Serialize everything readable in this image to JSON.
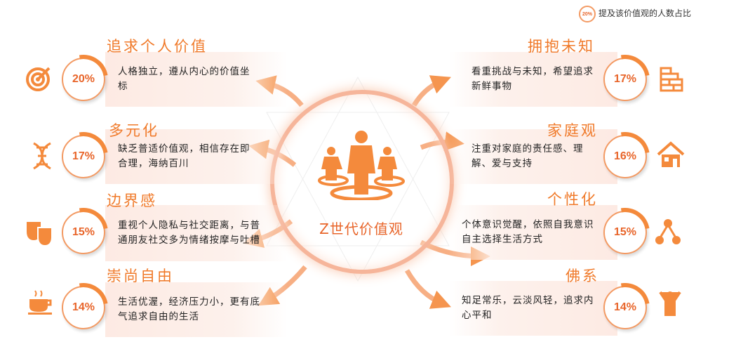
{
  "legend": {
    "sample_pct": "20%",
    "label": "提及该价值观的人数占比"
  },
  "center": {
    "title": "Z世代价值观"
  },
  "left": [
    {
      "title": "追求个人价值",
      "pct": "20%",
      "desc": "人格独立，遵从内心的价值坐标",
      "icon": "target-icon"
    },
    {
      "title": "多元化",
      "pct": "17%",
      "desc": "缺乏普适价值观，相信存在即合理，海纳百川",
      "icon": "dna-icon"
    },
    {
      "title": "边界感",
      "pct": "15%",
      "desc": "重视个人隐私与社交距离，与普通朋友社交多为情绪按摩与吐槽",
      "icon": "masks-icon"
    },
    {
      "title": "崇尚自由",
      "pct": "14%",
      "desc": "生活优渥，经济压力小，更有底气追求自由的生活",
      "icon": "coffee-icon"
    }
  ],
  "right": [
    {
      "title": "拥抱未知",
      "pct": "17%",
      "desc": "看重挑战与未知，希望追求新鲜事物",
      "icon": "brick-wall-icon"
    },
    {
      "title": "家庭观",
      "pct": "16%",
      "desc": "注重对家庭的责任感、理解、爱与支持",
      "icon": "house-icon"
    },
    {
      "title": "个性化",
      "pct": "15%",
      "desc": "个体意识觉醒，依照自我意识自主选择生活方式",
      "icon": "network-icon"
    },
    {
      "title": "佛系",
      "pct": "14%",
      "desc": "知足常乐，云淡风轻，追求内心平和",
      "icon": "person-icon"
    }
  ],
  "colors": {
    "accent": "#f07a2a",
    "box": "#fdeae3"
  }
}
